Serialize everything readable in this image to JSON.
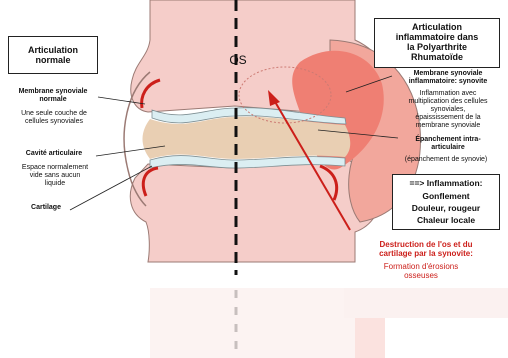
{
  "labels": {
    "left_box": "Articulation\nnormale",
    "right_box": "Articulation\ninflammatoire dans\nla Polyarthrite\nRhumatoïde",
    "os_label": "OS",
    "membrane_normal_title": "Membrane synoviale\nnormale",
    "membrane_normal_desc": "Une seule couche de\ncellules synoviales",
    "cavite_title": "Cavité articulaire",
    "cavite_desc": "Espace normalement\nvide sans aucun\nliquide",
    "cartilage": "Cartilage",
    "synovite_title": "Membrane synoviale\ninflammatoire: synovite",
    "synovite_desc": "Inflammation avec\nmultiplication des cellules\nsynoviales,\népaississement de la\nmembrane synoviale",
    "epanchement_title": "Épanchement intra-\narticulaire",
    "epanchement_desc": "(épanchement de synovie)",
    "inflammation_box": "==> Inflammation:\nGonflement\nDouleur, rougeur\nChaleur locale",
    "destruction_title": "Destruction de l'os et du\ncartilage par la synovite:",
    "destruction_desc": "Formation d'érosions\nosseuses"
  },
  "colors": {
    "bone": "#f5cdc9",
    "bone_outline": "#9b7a74",
    "cartilage": "#dbeef2",
    "cavity": "#e9cfb3",
    "synovitis": "#ef7f73",
    "red": "#cc1f1a",
    "divider": "#111111"
  }
}
